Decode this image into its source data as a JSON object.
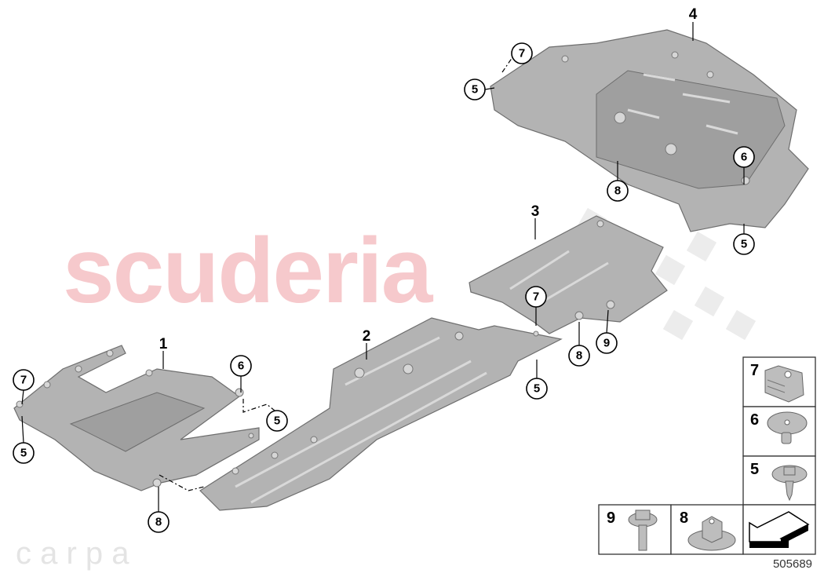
{
  "watermark": {
    "line1": "scuderia",
    "line2": "c a r   p a"
  },
  "callouts": {
    "top_bold": "4",
    "top_7": "7",
    "top_5": "5",
    "top_6": "6",
    "top_8": "8",
    "top_5b": "5",
    "mid_bold": "3",
    "mid_7": "7",
    "mid_8": "8",
    "mid_9": "9",
    "center_bold": "2",
    "center_5": "5",
    "left_bold": "1",
    "left_6": "6",
    "left_5a": "5",
    "left_7": "7",
    "left_5b": "5",
    "left_8": "8"
  },
  "legend": [
    {
      "number": "7",
      "part": "clip-nut"
    },
    {
      "number": "6",
      "part": "expanding-rivet"
    },
    {
      "number": "5",
      "part": "tapping-screw-with-washer"
    },
    {
      "number": "9",
      "part": "hex-bolt-with-washer"
    },
    {
      "number": "8",
      "part": "hex-nut-with-flange"
    }
  ],
  "direction_arrow": "arrow-icon",
  "diagram_ref": "505689"
}
